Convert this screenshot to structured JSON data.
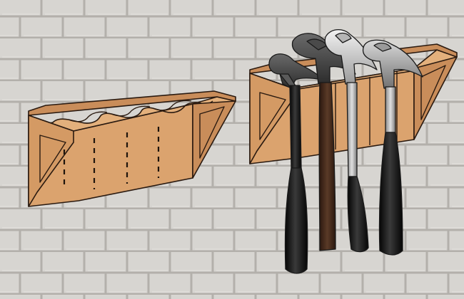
{
  "scene": {
    "subject": "wooden-hammer-rack-illustration",
    "colors": {
      "brick": "#d7d5d1",
      "mortar": "#b3b0ab",
      "wood_front": "#dba36e",
      "wood_top": "#e3b07c",
      "wood_side": "#c98d5a",
      "wood_shadow": "#b47a48",
      "outline": "#2a1a10",
      "steel_dark": "#3e3e3e",
      "steel_mid": "#8c8c8c",
      "steel_light": "#c9c9c9",
      "steel_pale": "#e6e6e6",
      "grip_black": "#121212",
      "handle_brown": "#3b2418"
    },
    "racks": [
      {
        "name": "empty-rack",
        "slots": 4
      },
      {
        "name": "loaded-rack",
        "slots": 4
      }
    ],
    "hammers": [
      {
        "name": "hammer-1",
        "head": "steel_dark",
        "handle": "grip_black"
      },
      {
        "name": "hammer-2",
        "head": "steel_dark",
        "handle": "handle_brown"
      },
      {
        "name": "hammer-3",
        "head": "steel_light",
        "handle": "steel_mid"
      },
      {
        "name": "hammer-4",
        "head": "steel_mid",
        "handle": "grip_black"
      }
    ]
  }
}
